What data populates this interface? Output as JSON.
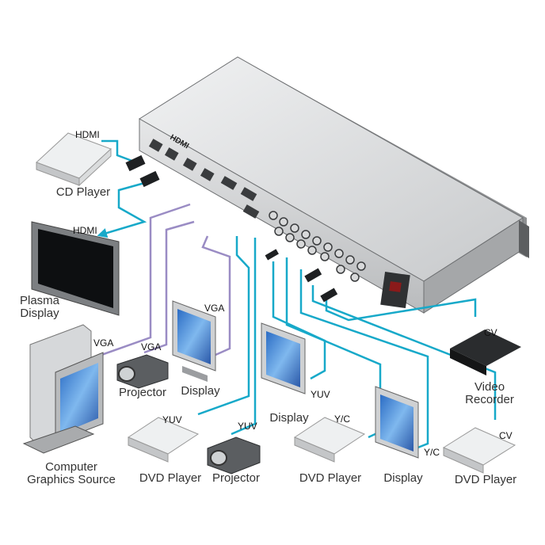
{
  "devices": {
    "cd_player": "CD Player",
    "plasma_display": [
      "Plasma",
      "Display"
    ],
    "computer_graphics_source": [
      "Computer",
      "Graphics Source"
    ],
    "projector_vga": "Projector",
    "display_vga": "Display",
    "dvd_player_yuv": "DVD Player",
    "projector_yuv": "Projector",
    "display_yuv": "Display",
    "dvd_player_yc": "DVD Player",
    "display_yc": "Display",
    "dvd_player_cv": "DVD Player",
    "video_recorder": [
      "Video",
      "Recorder"
    ]
  },
  "signals": {
    "hdmi_in": "HDMI",
    "hdmi_out": "HDMI",
    "vga_source": "VGA",
    "vga_projector": "VGA",
    "vga_display": "VGA",
    "yuv_dvd": "YUV",
    "yuv_projector": "YUV",
    "yuv_display": "YUV",
    "yc_dvd": "Y/C",
    "yc_display": "Y/C",
    "cv_recorder": "CV",
    "cv_dvd": "CV"
  },
  "unit": {
    "hdmi_logo": "HDMI"
  },
  "colors": {
    "cable_blue": "#17a9c9",
    "cable_purple": "#9a8cc4",
    "device_gray": "#c9cbcc",
    "label": "#333333"
  }
}
